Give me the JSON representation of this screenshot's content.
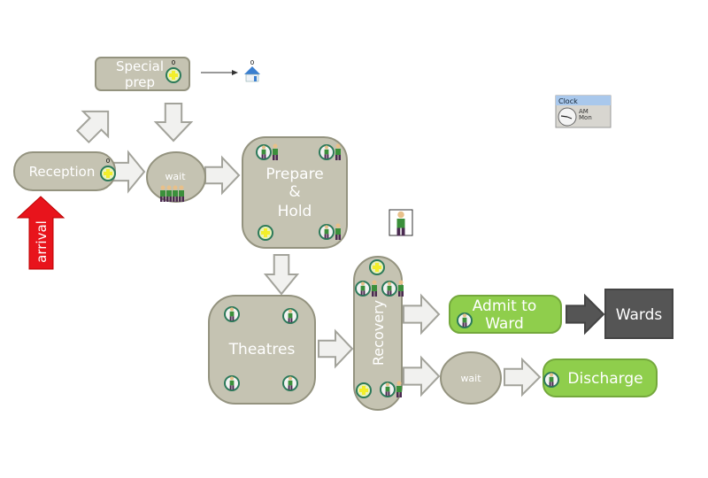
{
  "colors": {
    "node": "#c5c3b2",
    "green": "#8fce4c",
    "wards": "#555555",
    "arrival": "#e8141c"
  },
  "nodes": {
    "special_prep": {
      "line1": "Special",
      "line2": "prep",
      "count": "0"
    },
    "exit": {
      "count": "0",
      "icon": "house-icon"
    },
    "reception": {
      "label": "Reception",
      "count": "0"
    },
    "wait1": {
      "label": "wait"
    },
    "prepare_hold": {
      "line1": "Prepare",
      "line2": "&",
      "line3": "Hold"
    },
    "arrival": {
      "label": "arrival"
    },
    "theatres": {
      "label": "Theatres"
    },
    "recovery": {
      "label": "Recovery"
    },
    "admit": {
      "line1": "Admit to",
      "line2": "Ward"
    },
    "wards": {
      "label": "Wards"
    },
    "wait2": {
      "label": "wait"
    },
    "discharge": {
      "label": "Discharge"
    }
  },
  "clock": {
    "title": "Clock",
    "line1": "AM",
    "line2": "Mon"
  }
}
